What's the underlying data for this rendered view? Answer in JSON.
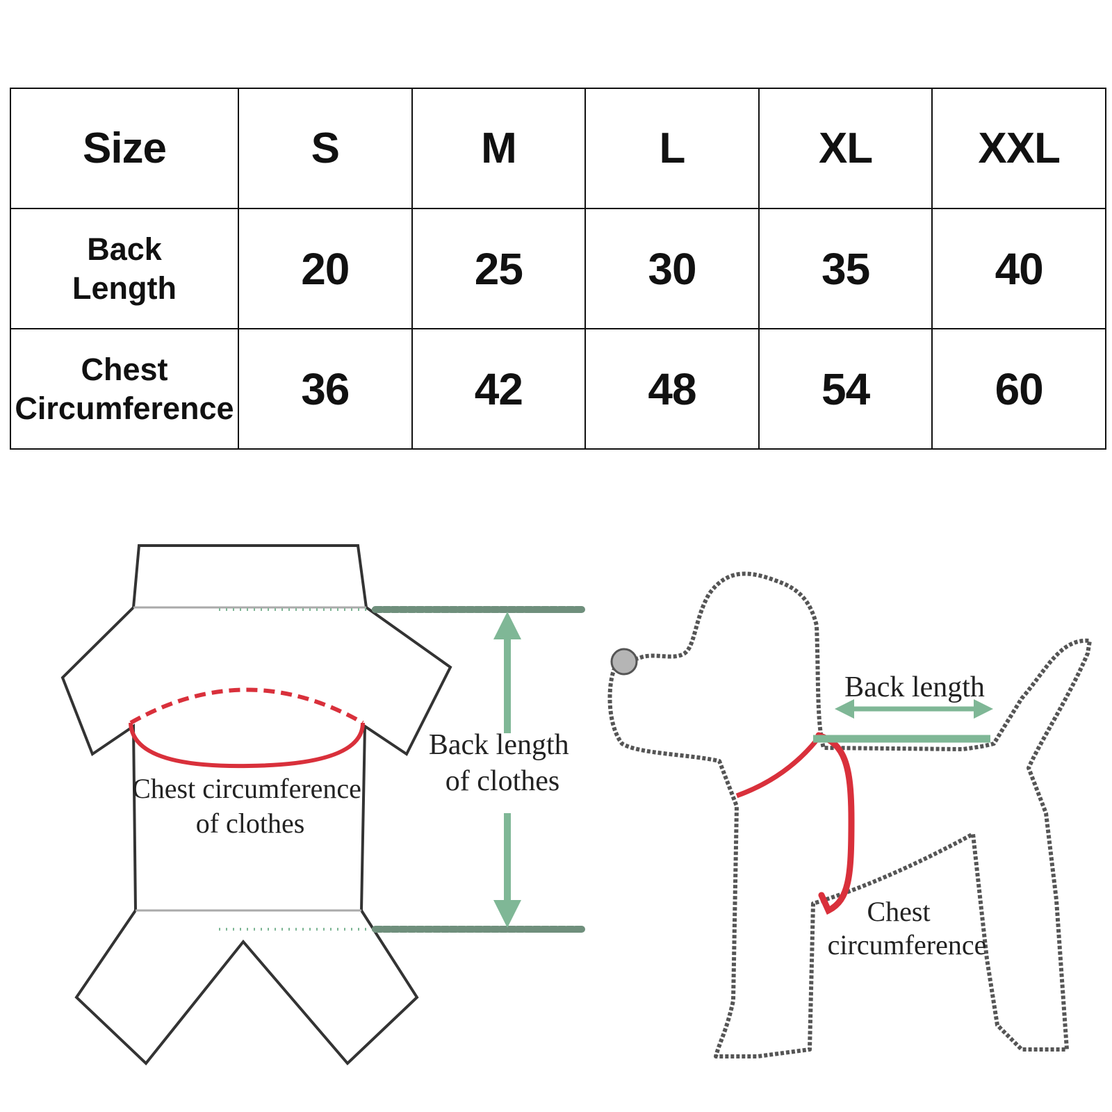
{
  "table": {
    "header": [
      "Size",
      "S",
      "M",
      "L",
      "XL",
      "XXL"
    ],
    "rows": [
      {
        "label_lines": [
          "Back",
          "Length"
        ],
        "values": [
          "20",
          "25",
          "30",
          "35",
          "40"
        ]
      },
      {
        "label_lines": [
          "Chest",
          "Circumference"
        ],
        "values": [
          "36",
          "42",
          "48",
          "54",
          "60"
        ]
      }
    ]
  },
  "garment": {
    "chest_label_lines": [
      "Chest circumference",
      "of clothes"
    ],
    "back_label_lines": [
      "Back length",
      "of clothes"
    ]
  },
  "dog": {
    "back_label": "Back length",
    "chest_label_lines": [
      "Chest",
      "circumference"
    ]
  },
  "colors": {
    "outline": "#333333",
    "measure_red": "#d9303b",
    "arrow_green": "#7fb796",
    "dog_outline": "#555555"
  }
}
